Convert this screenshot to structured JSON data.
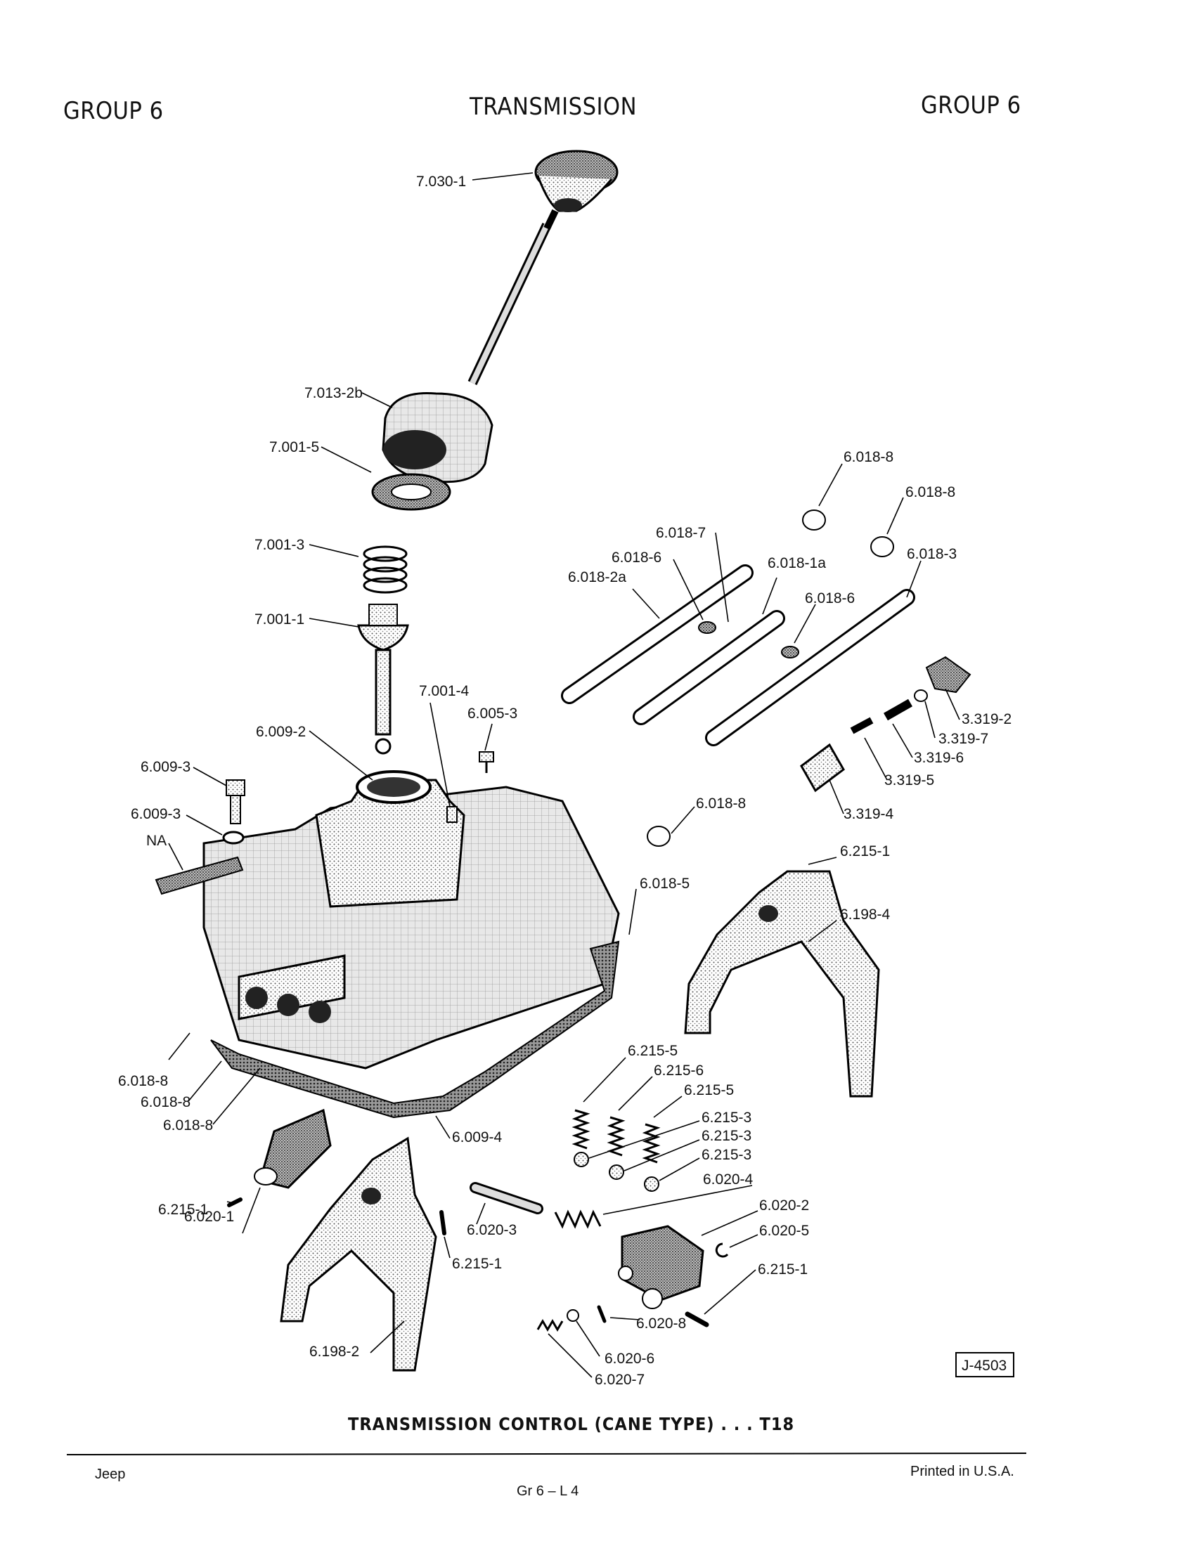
{
  "header": {
    "left": "GROUP 6",
    "center": "TRANSMISSION",
    "right": "GROUP 6"
  },
  "callouts": [
    "7.030-1",
    "7.013-2b",
    "7.001-5",
    "7.001-3",
    "7.001-1",
    "7.001-4",
    "6.005-3",
    "6.009-2",
    "6.009-3",
    "6.009-3",
    "NA",
    "6.018-8",
    "6.018-8",
    "6.018-7",
    "6.018-6",
    "6.018-1a",
    "6.018-2a",
    "6.018-3",
    "6.018-6",
    "3.319-2",
    "3.319-7",
    "3.319-6",
    "3.319-5",
    "3.319-4",
    "6.018-8",
    "6.215-1",
    "6.018-5",
    "6.198-4",
    "6.018-8",
    "6.018-8",
    "6.018-8",
    "6.215-5",
    "6.215-6",
    "6.215-5",
    "6.215-3",
    "6.215-3",
    "6.215-3",
    "6.009-4",
    "6.020-4",
    "6.020-2",
    "6.020-5",
    "6.020-3",
    "6.215-1",
    "6.215-1",
    "6.020-1",
    "6.215-1",
    "6.020-8",
    "6.020-6",
    "6.020-7",
    "6.198-2"
  ],
  "figure_id": "J-4503",
  "caption": "TRANSMISSION CONTROL (CANE TYPE) . . . T18",
  "footer": {
    "left": "Jeep",
    "right": "Printed in U.S.A.",
    "center": "Gr 6 – L 4"
  }
}
